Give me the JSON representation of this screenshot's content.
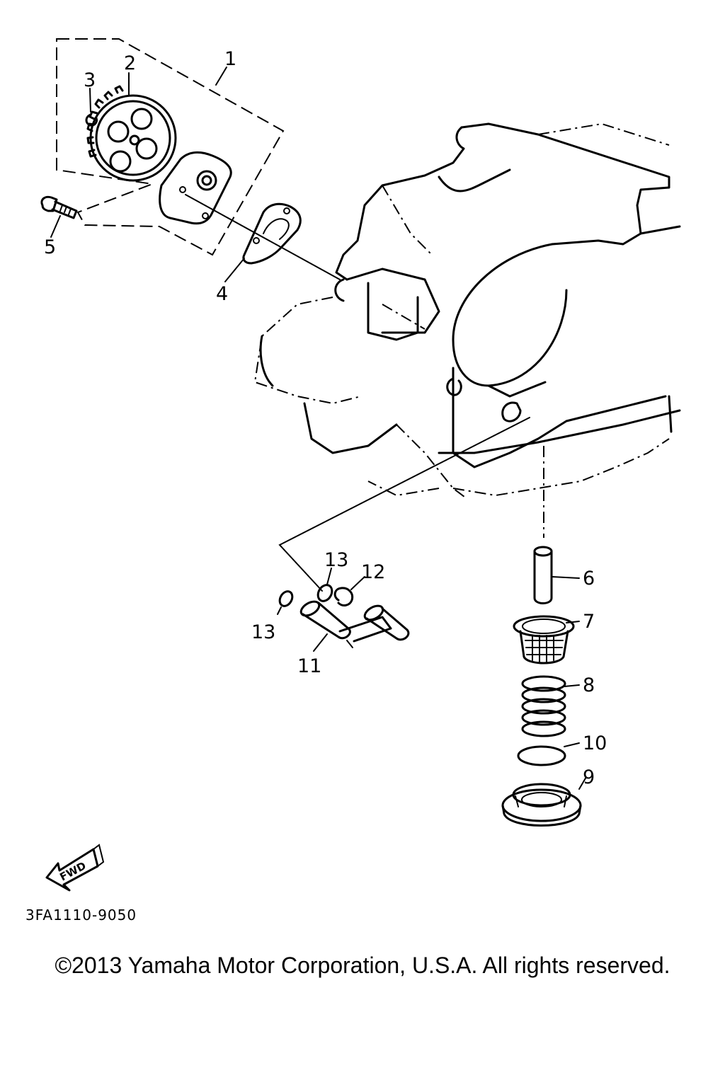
{
  "callouts": {
    "c1": "1",
    "c2": "2",
    "c3": "3",
    "c4": "4",
    "c5": "5",
    "c6": "6",
    "c7": "7",
    "c8": "8",
    "c9": "9",
    "c10": "10",
    "c11": "11",
    "c12": "12",
    "c13a": "13",
    "c13b": "13"
  },
  "fwd_label": "FWD",
  "diagram_code": "3FA1110-9050",
  "copyright": "©2013 Yamaha Motor Corporation, U.S.A. All rights reserved."
}
